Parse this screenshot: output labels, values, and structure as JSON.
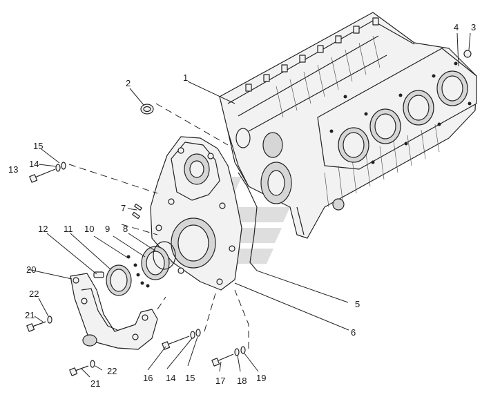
{
  "diagram": {
    "callouts": [
      {
        "id": "c1",
        "label": "1"
      },
      {
        "id": "c2",
        "label": "2"
      },
      {
        "id": "c3",
        "label": "3"
      },
      {
        "id": "c4",
        "label": "4"
      },
      {
        "id": "c5",
        "label": "5"
      },
      {
        "id": "c6",
        "label": "6"
      },
      {
        "id": "c7",
        "label": "7"
      },
      {
        "id": "c8",
        "label": "8"
      },
      {
        "id": "c9",
        "label": "9"
      },
      {
        "id": "c10",
        "label": "10"
      },
      {
        "id": "c11",
        "label": "11"
      },
      {
        "id": "c12",
        "label": "12"
      },
      {
        "id": "c13",
        "label": "13"
      },
      {
        "id": "c14a",
        "label": "14"
      },
      {
        "id": "c15a",
        "label": "15"
      },
      {
        "id": "c20",
        "label": "20"
      },
      {
        "id": "c22a",
        "label": "22"
      },
      {
        "id": "c21a",
        "label": "21"
      },
      {
        "id": "c22b",
        "label": "22"
      },
      {
        "id": "c21b",
        "label": "21"
      },
      {
        "id": "c16",
        "label": "16"
      },
      {
        "id": "c14b",
        "label": "14"
      },
      {
        "id": "c15b",
        "label": "15"
      },
      {
        "id": "c17",
        "label": "17"
      },
      {
        "id": "c18",
        "label": "18"
      },
      {
        "id": "c19",
        "label": "19"
      }
    ]
  }
}
